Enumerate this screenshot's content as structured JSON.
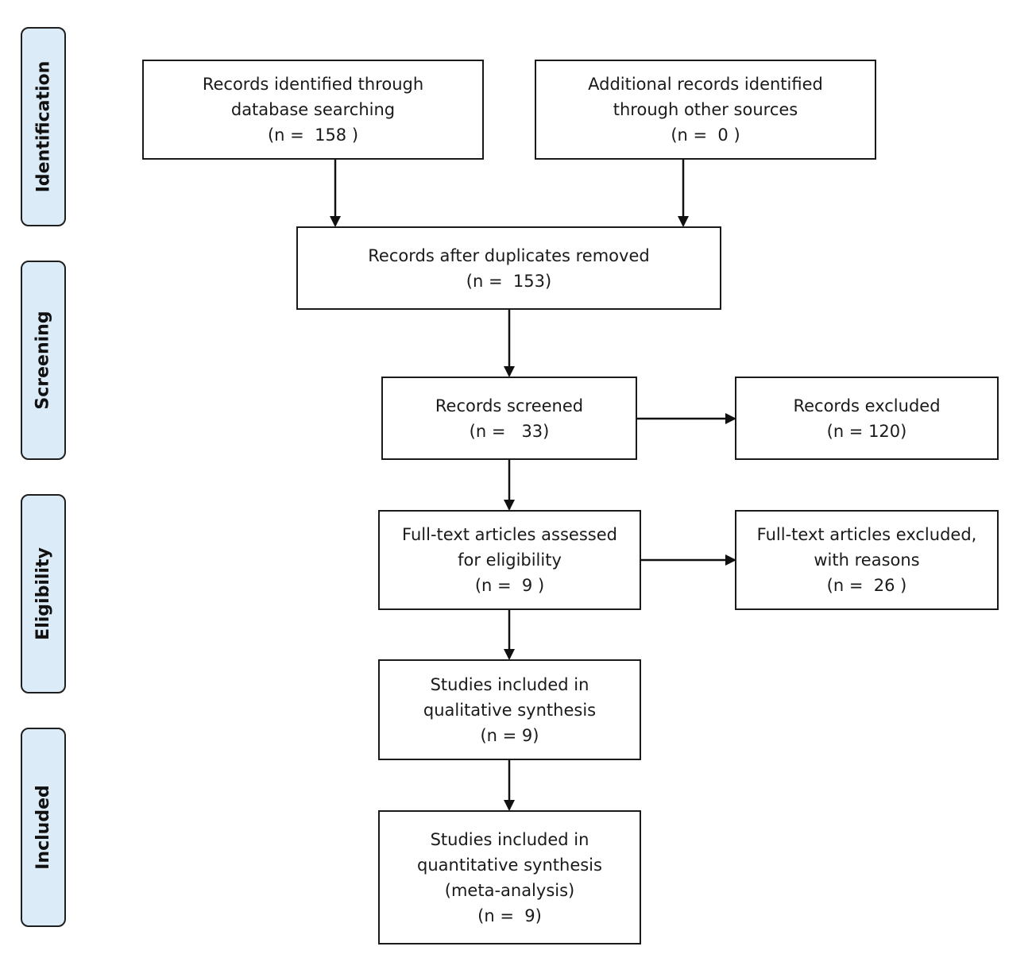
{
  "stages": [
    {
      "id": "identification",
      "label": "Identification"
    },
    {
      "id": "screening",
      "label": "Screening"
    },
    {
      "id": "eligibility",
      "label": "Eligibility"
    },
    {
      "id": "included",
      "label": "Included"
    }
  ],
  "boxes": {
    "database": {
      "lines": [
        "Records identified through",
        "database searching",
        "(n =  158 )"
      ]
    },
    "other": {
      "lines": [
        "Additional records identified",
        "through other sources",
        "(n =  0 )"
      ]
    },
    "duplicates": {
      "lines": [
        "Records after duplicates removed",
        "(n =  153)"
      ]
    },
    "screened": {
      "lines": [
        "Records screened",
        "(n =   33)"
      ]
    },
    "excluded": {
      "lines": [
        "Records excluded",
        "(n = 120)"
      ]
    },
    "fulltext": {
      "lines": [
        "Full-text articles assessed",
        "for eligibility",
        "(n =  9 )"
      ]
    },
    "fulltext_excluded": {
      "lines": [
        "Full-text articles excluded,",
        "with reasons",
        "(n =  26 )"
      ]
    },
    "qualitative": {
      "lines": [
        "Studies included in",
        "qualitative synthesis",
        "(n = 9)"
      ]
    },
    "quantitative": {
      "lines": [
        "Studies included in",
        "quantitative synthesis",
        "(meta-analysis)",
        "(n =  9)"
      ]
    }
  }
}
